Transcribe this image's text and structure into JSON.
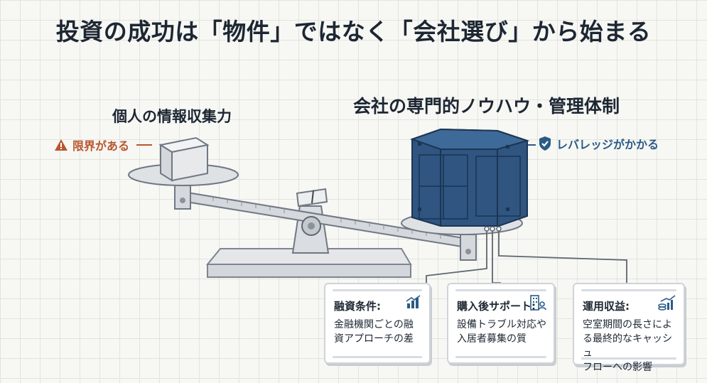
{
  "title": "投資の成功は「物件」ではなく「会社選び」から始まる",
  "left": {
    "label": "個人の情報収集力",
    "warning": "限界がある"
  },
  "right": {
    "label": "会社の専門的ノウハウ・管理体制",
    "leverage": "レバレッジがかかる"
  },
  "cards": [
    {
      "head": "融資条件:",
      "lines": [
        "金融機関ごとの融",
        "資アプローチの差"
      ],
      "icon": "growth-chart-icon"
    },
    {
      "head": "購入後サポート:",
      "lines": [
        "設備トラブル対応や",
        "入居者募集の質"
      ],
      "icon": "building-person-icon"
    },
    {
      "head": "運用収益:",
      "lines": [
        "空室期間の長さによ",
        "る最終的なキャッシュ",
        "フローへの影響"
      ],
      "icon": "coin-growth-icon"
    }
  ],
  "colors": {
    "warning": "#b8562e",
    "accent": "#2a5b86",
    "box": "#2f5580"
  }
}
